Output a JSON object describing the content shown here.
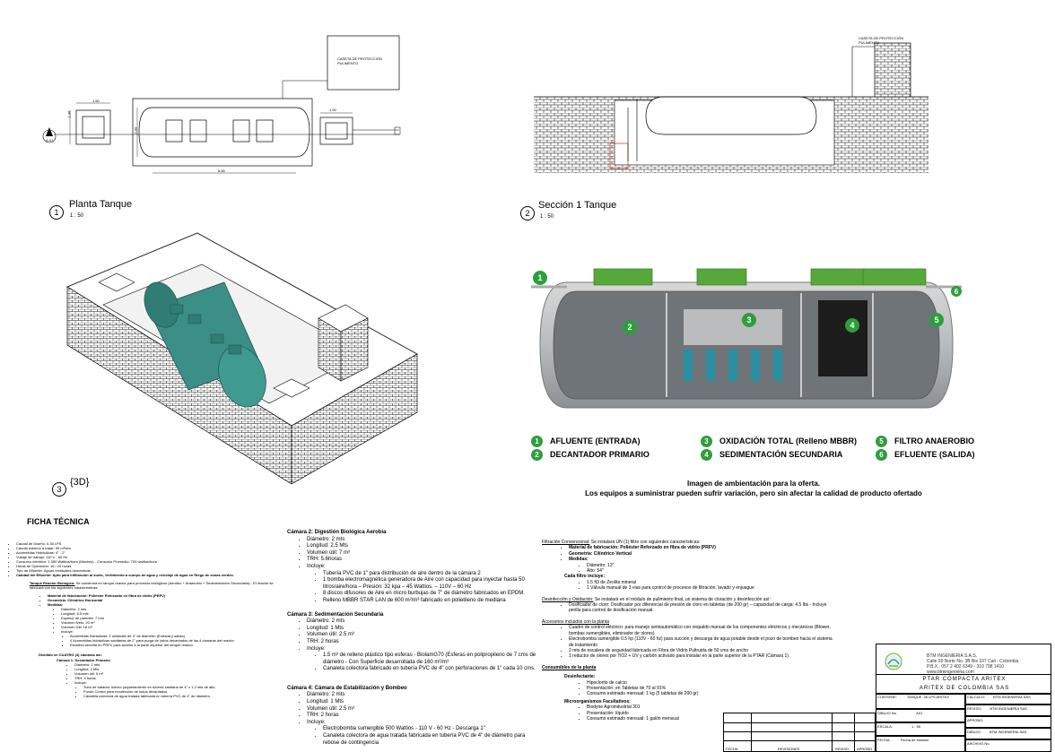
{
  "views": {
    "v1": {
      "num": "1",
      "title": "Planta Tanque",
      "scale": "1 : 50"
    },
    "v2": {
      "num": "2",
      "title": "Sección 1 Tanque",
      "scale": "1 : 50"
    },
    "v3": {
      "num": "3",
      "title": "{3D}"
    }
  },
  "plan_labels": {
    "caseta": "CASETA DE PROTECCIÓN PULIMENTO",
    "dim_150": "1.50",
    "dim_100": "1.00",
    "dim_650": "6.50",
    "dim_200": "2.00",
    "dim_136": "1.36",
    "north": "A-01"
  },
  "section_labels": {
    "caseta": "CASETA DE PROTECCIÓN PULIMENTO"
  },
  "legend": [
    {
      "num": "1",
      "label": "AFLUENTE (ENTRADA)"
    },
    {
      "num": "2",
      "label": "DECANTADOR PRIMARIO"
    },
    {
      "num": "3",
      "label": "OXIDACIÓN TOTAL (Relleno MBBR)"
    },
    {
      "num": "4",
      "label": "SEDIMENTACIÓN SECUNDARIA"
    },
    {
      "num": "5",
      "label": "FILTRO ANAEROBIO"
    },
    {
      "num": "6",
      "label": "EFLUENTE (SALIDA)"
    }
  ],
  "disclaimer": {
    "line1": "Imagen de ambientación para la oferta.",
    "line2": "Los equipos a suministrar pueden sufrir variación, pero sin afectar la calidad de producto ofertado"
  },
  "ficha": {
    "title": "FICHA TÉCNICA",
    "general": [
      "Caudal de Diseño: 0.35 LPS",
      "Caudal máximo a tratar: 30 m³/día",
      "Acometidas Hidráulicas: 4\" - 2\"",
      "Voltaje de trabajo: 110 V - 60 Hz",
      "Consumo eléctrico: 1.300 Wattios/hora (Máximo) - Consumo Promedio: 700 wattios/hora",
      "Horas de Operación: 16 / 24 horas",
      "Tipo de Afluente: Aguas residuales domesticas",
      "Calidad del Efluente: Apto para Infiltración al suelo, Vertimiento a cuerpo de agua y reciclaje de agua en Riego de zonas verdes."
    ],
    "tanque_title": "Tanque Reactor Biológico:",
    "tanque_text": "Se construirá en tanque reactor para procesos biológicos (Aerobio + Anaerobio + Sedimentación Secundaria) - El reactor se fabricará con las siguientes características:",
    "tanque_items": [
      "Material de fabricación: Poliéster Reforzado en fibra de vidrio (PRFV)",
      "Geometría: Cilíndrico Horizontal",
      "Medidas:"
    ],
    "medidas": [
      "Diámetro: 2 mts",
      "Longitud: 6.5 mts",
      "Espesor de paredes: 7 mm",
      "Volumen Neto: 20 m³",
      "Volumen Útil: 18 m³",
      "Incluye:"
    ],
    "incluye": [
      "Acometidas hidráulicas: 2 unidades de 4\" de diámetro (Entrada y salida)",
      "4 Acometidas hidráulicas sanitarias de 2\" para purga de lodos decantados de las 4 cámaras del reactor.",
      "Escalera sencilla en PRFV para acceso a la parte superior del tanque reactor"
    ],
    "dividido": "Dividido en CUATRO (4) cámaras así:",
    "camara1_title": "Cámara 1: Decantador Primario",
    "camara1": [
      "Diámetro: 2 mts",
      "Longitud: 2 Mts",
      "Volumen útil: 5 m³",
      "TRH: 4 horas",
      "Incluye:"
    ],
    "camara1_incl": [
      "Tubo de balance hídrico (aquietamiento en tubería sanitaria de 4\" x 1.2 mts de alto.",
      "Fondo Cónico para recolección de lodos decantados",
      "Canaleta colectora de agua tratada fabricada en tubería PVC de 4\" de diámetro"
    ],
    "camara2_title": "Cámara 2: Digestión Biológica Aerobia",
    "camara2": [
      "Diámetro: 2 mts",
      "Longitud: 2.5 Mts",
      "Volumen útil: 7 m³",
      "TRH: 5.6horas",
      "Incluye:"
    ],
    "camara2_incl": [
      "Tubería PVC de 1\" para distribución de aire dentro de la cámara 2",
      "1 bomba electromagnética generadora de Aire con capacidad para inyectar hasta 50 litros/aire/hora – Presión: 32 kpa – 45 Wattios. – 110V – 60 Hz",
      "8 discos difusores de Aire en micro burbujas de 7\" de diámetro fabricados en EPDM.",
      "Relleno MBBR STAR LAN de 600 m²/m³ fabricado en polietileno de mediana"
    ],
    "camara3_title": "Cámara 3: Sedimentación Secundaria",
    "camara3": [
      "Diámetro: 2 mts",
      "Longitud: 1 Mts",
      "Volumen útil: 2.5 m³",
      "TRH: 2 horas",
      "Incluye:"
    ],
    "camara3_incl": [
      "1.5 m³ de relleno plástico tipo esferas - BiolamG70 (Esferas en polipropileno de 7 cms de diámetro - Con Superficie desarrollada de 160 m²/m³",
      "Canaleta colectora fabricado en tubería PVC de 4\" con perforaciones de 1\" cada 10 cms."
    ],
    "camara4_title": "Cámara 4: Cámara de Estabilización y Bombeo",
    "camara4": [
      "Diámetro: 2 mts",
      "Longitud: 1 Mts",
      "Volumen útil: 2.5 m³",
      "TRH: 2 horas",
      "Incluye:"
    ],
    "camara4_incl": [
      "Electrobomba sumergible 500 Wattios - 110 V - 60 Hz - Descarga 1\"",
      "Canaleta colectora de agua tratada fabricada en tubería PVC de 4\" de diámetro para rebose de contingencia"
    ],
    "filtracion_title": "Filtración Convencional:",
    "filtracion_text": "Se instalará UN (1) filtro con siguientes características:",
    "filtracion_items": [
      "Material de fabricación: Poliéster Reforzado en fibra de vidrio (PRFV)",
      "Geometría: Cilíndrico Vertical",
      "Medidas:"
    ],
    "filtracion_medidas": [
      "Diámetro: 13\"",
      "Alto: 54\""
    ],
    "filtro_incl_title": "Cada filtro incluye:",
    "filtro_incl": [
      "1.5 ft3 de Zeolita mineral",
      "1 Válvula manual de 3 vías para control de procesos de filtración, lavado y enjuague"
    ],
    "desinf_title": "Desinfección y Oxidación:",
    "desinf_text": "Se instalará en el módulo de pulimiento final, un sistema de cloración y desinfección así:",
    "desinf_item": "Dosificador de cloro: Dosificador por diferencial de presión de cloro en tabletas (de 200 gr) – capacidad de carga: 4.5 lbs - Incluye perilla para control de dosificación manual.",
    "accesorios_title": "Accesorios incluidos con la planta",
    "accesorios": [
      "Cuadro de control eléctrico: para manejo semiautomático con respaldo manual de los componentes eléctricos y mecánicos (Blower, bombas sumergibles, eliminador de olores)",
      "Electrobomba sumergible 0.5 hp (110V - 60 hz) para succión y descarga de agua potable desde el pozo de bombeo hacia el sistema de tratamiento",
      "2 mts de escalera de seguridad fabricada en Fibra de Vidrio Pultruida de 50 cms de ancho",
      "1 reductor de olores por TiO2 + UV y carbón activado para instalar en la parte superior de la PTAR (Cámara 1)"
    ],
    "consumibles_title": "Consumibles de la planta",
    "desinfectante": "Desinfectante:",
    "desinf_list": [
      "Hipoclorito de calcio",
      "Presentación: en Tabletas de 70 al 91%",
      "Consumo estimado mensual: 1 kg (5 tabletas de 200 gr)"
    ],
    "micro": "Microorganismos Facultativos:",
    "micro_list": [
      "Biodyne Agroindustrial 301",
      "Presentación: líquido",
      "Consumo estimado mensual: 1 galón mensual"
    ]
  },
  "title_block": {
    "company": "BTM INGENIERIA S.A.S.",
    "addr1": "Calle 59 Norte No. 3B Bis 107 Cali - Colombia",
    "addr2": "P.B.X.: 057 2 402 6349 - 310 798 1410",
    "web": "www.btmingenieria.com",
    "project": "PTAR COMPACTA ARITEX",
    "client": "ARITEX DE COLOMBIA SAS",
    "contiene_lbl": "CONTIENE:",
    "contiene": "TANQUE .35 LPS ARITEX",
    "dibujo_lbl": "DIBUJO No.",
    "dibujo": "A01",
    "escala_lbl": "ESCALA:",
    "escala": "1 : 50",
    "fecha_lbl": "FECHA:",
    "fecha": "Fecha de emisión",
    "calculo_lbl": "CALCULO:",
    "calculo": "BTM INGENIERIA SAS",
    "reviso_lbl": "REVISO:",
    "reviso": "BTM INGENIERIA SAS",
    "aprobo_lbl": "APROBO:",
    "dibujo2_lbl": "DIBUJO:",
    "dibujo2": "BTM INGENIERIA SAS",
    "archivo_lbl": "ARCHIVO No.",
    "rev_headers": [
      "FECHA",
      "REVISIONES",
      "REVISO",
      "APROBO"
    ]
  }
}
